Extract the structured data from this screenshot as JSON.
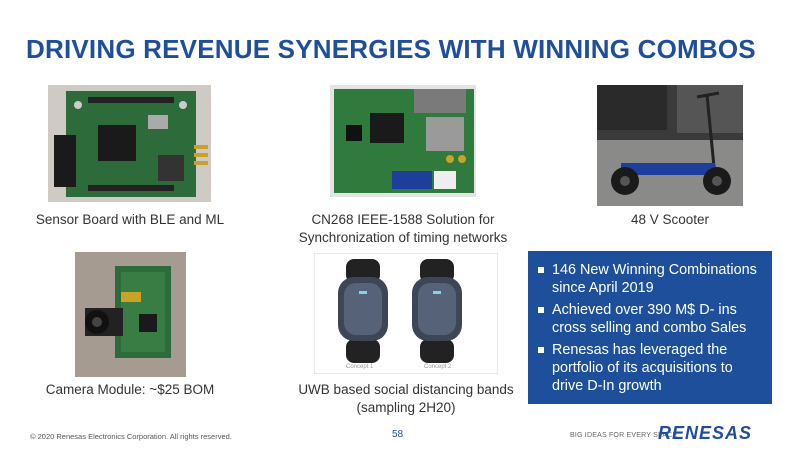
{
  "slide": {
    "title": "DRIVING REVENUE SYNERGIES WITH WINNING COMBOS"
  },
  "items": [
    {
      "caption": "Sensor Board with BLE and ML"
    },
    {
      "caption_line1": "CN268 IEEE-1588 Solution for",
      "caption_line2": "Synchronization of timing networks"
    },
    {
      "caption": "48 V Scooter"
    },
    {
      "caption": "Camera Module: ~$25 BOM"
    },
    {
      "caption_line1": "UWB based social distancing bands",
      "caption_line2": "(sampling 2H20)",
      "concept1": "Concept 1",
      "concept2": "Concept 2"
    }
  ],
  "highlights": [
    "146 New Winning Combinations since April 2019",
    "Achieved over 390 M$ D- ins cross selling and combo Sales",
    "Renesas has leveraged the portfolio of its acquisitions to drive D-In growth"
  ],
  "footer": {
    "copyright": "© 2020 Renesas Electronics Corporation. All rights reserved.",
    "page": "58",
    "tagline": "BIG IDEAS FOR EVERY SPACE",
    "logo": "RENESAS"
  },
  "colors": {
    "brand_blue": "#1f4e9c",
    "box_blue": "#1d4f9b",
    "pcb_green": "#2e6b3a"
  }
}
